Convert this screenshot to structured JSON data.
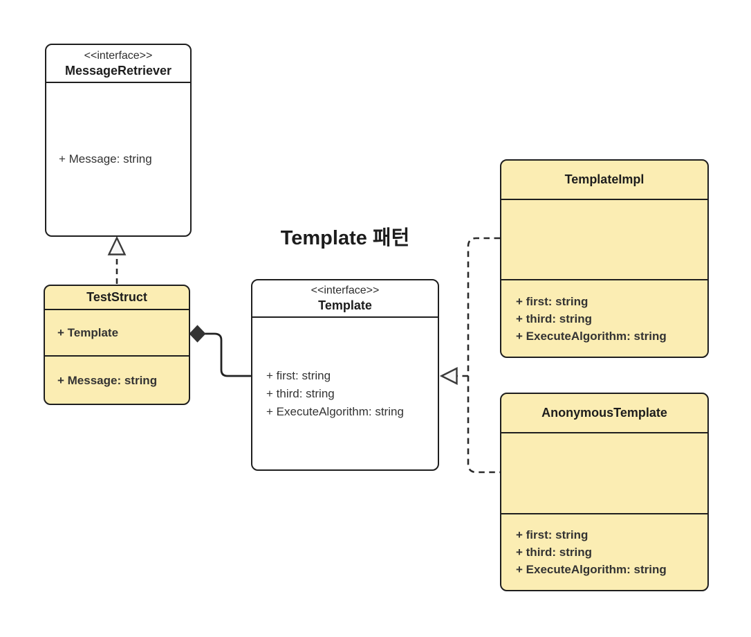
{
  "diagram": {
    "title": "Template 패턴",
    "colors": {
      "class_fill_yellow": "#FBEDB3",
      "interface_fill_white": "#FFFFFF",
      "stroke": "#1E1E1E",
      "text": "#333333",
      "arrowhead_fill": "#F7F7F7",
      "composition_diamond_fill": "#333333"
    },
    "nodes": {
      "message_retriever": {
        "stereotype": "<<interface>>",
        "name": "MessageRetriever",
        "attributes": [
          "+ Message: string"
        ]
      },
      "test_struct": {
        "name": "TestStruct",
        "section1": [
          "+ Template"
        ],
        "section2": [
          "+ Message: string"
        ]
      },
      "template": {
        "stereotype": "<<interface>>",
        "name": "Template",
        "attributes": [
          "+ first: string",
          "+ third: string",
          "+ ExecuteAlgorithm: string"
        ]
      },
      "template_impl": {
        "name": "TemplateImpl",
        "attributes": [
          "+ first: string",
          "+ third: string",
          "+ ExecuteAlgorithm: string"
        ]
      },
      "anonymous_template": {
        "name": "AnonymousTemplate",
        "attributes": [
          "+ first: string",
          "+ third: string",
          "+ ExecuteAlgorithm: string"
        ]
      }
    },
    "relations": [
      {
        "type": "realization",
        "from": "TestStruct",
        "to": "MessageRetriever",
        "style": "dashed-line-hollow-triangle"
      },
      {
        "type": "composition",
        "from": "TestStruct",
        "to": "Template",
        "style": "solid-line-filled-diamond"
      },
      {
        "type": "realization",
        "from": "TemplateImpl",
        "to": "Template",
        "style": "dashed-line-hollow-triangle"
      },
      {
        "type": "realization",
        "from": "AnonymousTemplate",
        "to": "Template",
        "style": "dashed-line-hollow-triangle"
      }
    ]
  }
}
